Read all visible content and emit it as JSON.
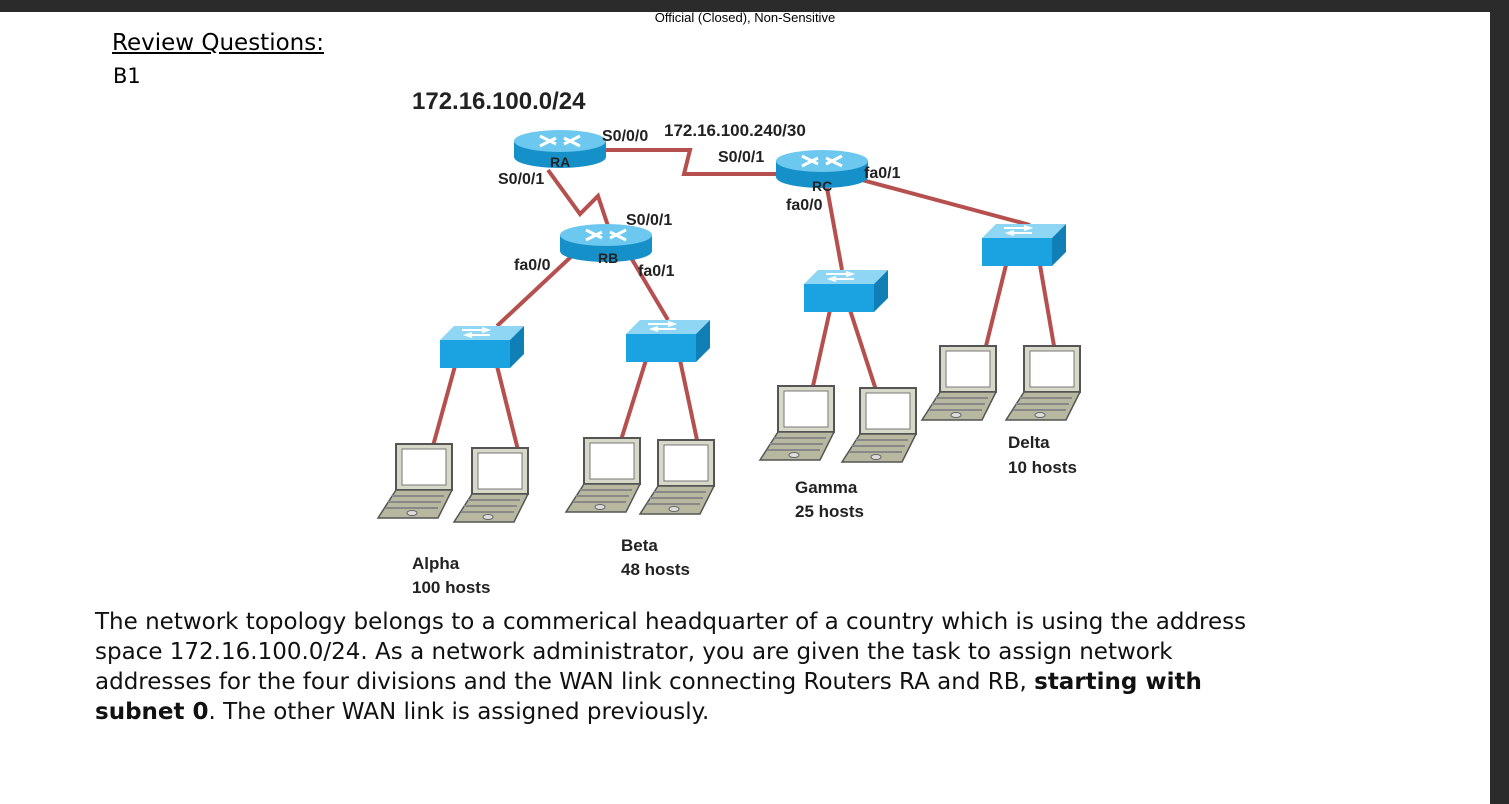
{
  "header": {
    "classification": "Official (Closed), Non-Sensitive"
  },
  "document": {
    "heading": "Review Questions:",
    "question_id": "B1",
    "paragraph_part1": "The network topology belongs to a commerical headquarter of a country which is using the address space 172.16.100.0/24. As a network administrator, you are given the task to assign network addresses for the four divisions and the WAN link connecting Routers RA and RB, ",
    "paragraph_bold": "starting with subnet 0",
    "paragraph_part2": ". The other WAN link is assigned previously."
  },
  "diagram": {
    "address_space": "172.16.100.0/24",
    "wan_link_label": "172.16.100.240/30",
    "routers": {
      "ra": "RA",
      "rb": "RB",
      "rc": "RC"
    },
    "interfaces": {
      "ra_s000": "S0/0/0",
      "ra_s001": "S0/0/1",
      "rb_s001": "S0/0/1",
      "rb_fa00": "fa0/0",
      "rb_fa01": "fa0/1",
      "rc_s001": "S0/0/1",
      "rc_fa00": "fa0/0",
      "rc_fa01": "fa0/1"
    },
    "divisions": {
      "alpha": {
        "name": "Alpha",
        "hosts": "100 hosts"
      },
      "beta": {
        "name": "Beta",
        "hosts": "48 hosts"
      },
      "gamma": {
        "name": "Gamma",
        "hosts": "25 hosts"
      },
      "delta": {
        "name": "Delta",
        "hosts": "10 hosts"
      }
    },
    "colors": {
      "link": "#b5504f",
      "device": "#1aa3e0",
      "device_top": "#7fd0f3",
      "laptop": "#c8c8b4"
    }
  }
}
